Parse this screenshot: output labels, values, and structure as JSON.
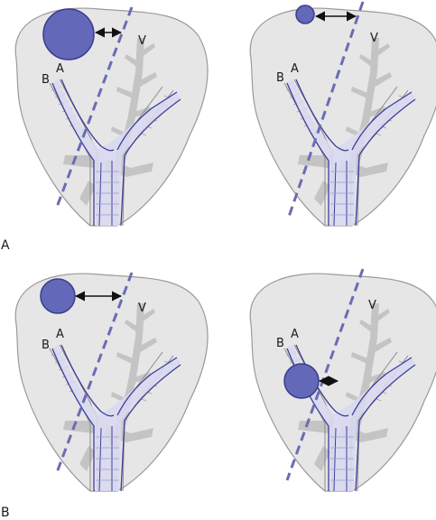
{
  "rows": [
    {
      "label": "A"
    },
    {
      "label": "B"
    }
  ],
  "panels": [
    {
      "lesion": "large",
      "labels": {
        "vein": "V",
        "artery": "A",
        "bile_duct": "B"
      }
    },
    {
      "lesion": "small",
      "labels": {
        "vein": "V",
        "artery": "A",
        "bile_duct": "B"
      }
    },
    {
      "lesion": "medium",
      "labels": {
        "vein": "V",
        "artery": "A",
        "bile_duct": "B"
      }
    },
    {
      "lesion": "medium, adjacent to artery",
      "labels": {
        "vein": "V",
        "artery": "A",
        "bile_duct": "B"
      }
    }
  ],
  "colors": {
    "liver_fill": "#e6e6e6",
    "liver_stroke": "#9a9a9a",
    "vessel_gray": "#c4c4c4",
    "artery_fill": "#d9d9f0",
    "artery_line": "#3d3d9a",
    "lesion_fill": "#6468b8",
    "lesion_stroke": "#3a3c8c",
    "dashed_line": "#6a6cb4",
    "arrow": "#111111"
  }
}
